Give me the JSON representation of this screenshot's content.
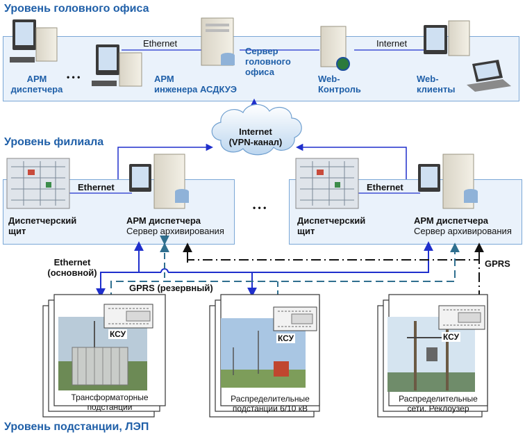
{
  "levels": {
    "head_office": "Уровень головного офиса",
    "branch": "Уровень филиала",
    "substation": "Уровень подстанции, ЛЭП"
  },
  "head_office": {
    "ethernet": "Ethernet",
    "internet": "Internet",
    "ellipsis": "• • •",
    "arm_dispatcher": [
      "АРМ",
      "диспетчера"
    ],
    "arm_engineer": [
      "АРМ",
      "инженера АСДКУЭ"
    ],
    "server": [
      "Сервер",
      "головного",
      "офиса"
    ],
    "web_control": [
      "Web-",
      "Контроль"
    ],
    "web_clients": [
      "Web-",
      "клиенты"
    ]
  },
  "cloud": [
    "Internet",
    "(VPN-канал)"
  ],
  "branch": {
    "ethernet": "Ethernet",
    "panel": [
      "Диспетчерский",
      "щит"
    ],
    "arm": "АРМ диспетчера",
    "archive": "Сервер архивирования",
    "ellipsis": "• • •"
  },
  "links": {
    "ethernet_main": [
      "Ethernet",
      "(основной)"
    ],
    "gprs_reserve": "GPRS (резервный)",
    "gprs": "GPRS"
  },
  "substation": {
    "ksu": "КСУ",
    "transformer": [
      "Трансформаторные",
      "подстанции"
    ],
    "distribution": [
      "Распределительные",
      "подстанции 6/10 кВ"
    ],
    "networks": [
      "Распределительные",
      "сети. Реклоузер"
    ]
  },
  "colors": {
    "level_title": "#1f5fa8",
    "panel_fill": "#eaf2fb",
    "panel_border": "#7aa7d6",
    "ethernet_line": "#1f2fcc",
    "gprs_line": "#2f6f8f",
    "gprs_dashdot": "#111111"
  }
}
